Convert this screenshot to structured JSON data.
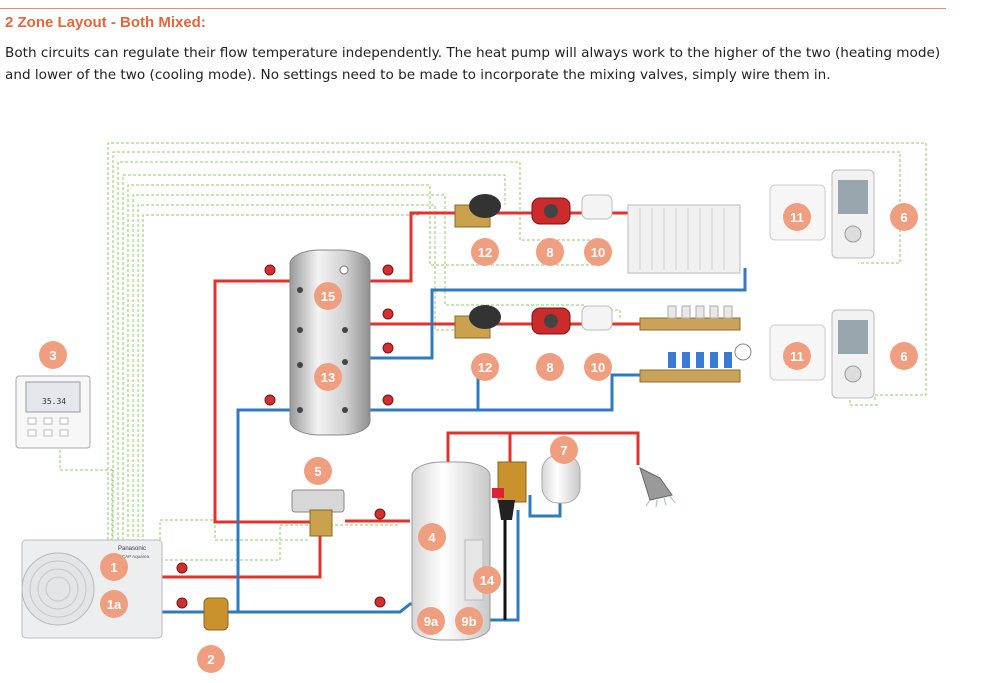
{
  "header": {
    "title": "2 Zone Layout - Both Mixed:",
    "description": "Both circuits can regulate their flow temperature independently.  The heat pump will always work to the higher of the two (heating mode) and lower of the two (cooling mode).  No settings need to be made to incorporate the mixing valves, simply wire them in."
  },
  "controller_display": "35.34",
  "heat_pump_brand": "Panasonic",
  "heat_pump_model": "T-CAP Aquarea",
  "markers": {
    "m1": "1",
    "m1a": "1a",
    "m2": "2",
    "m3": "3",
    "m4": "4",
    "m5": "5",
    "m6a": "6",
    "m6b": "6",
    "m7": "7",
    "m8a": "8",
    "m8b": "8",
    "m9a": "9a",
    "m9b": "9b",
    "m10a": "10",
    "m10b": "10",
    "m11a": "11",
    "m11b": "11",
    "m12a": "12",
    "m12b": "12",
    "m13": "13",
    "m14": "14",
    "m15": "15"
  },
  "colors": {
    "accent": "#e2663c",
    "marker": "#ef9f80",
    "flow_hot": "#e2322d",
    "flow_return": "#2f7bc0",
    "control_wire": "#8fce6a"
  }
}
